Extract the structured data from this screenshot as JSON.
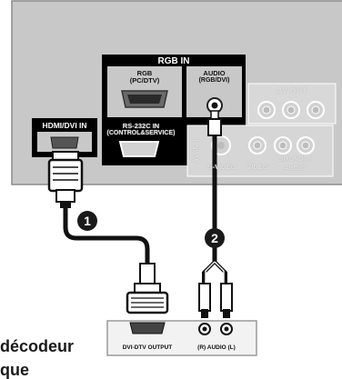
{
  "tv_panel": {
    "rgb_in_header": "RGB IN",
    "rgb_port_label_line1": "RGB",
    "rgb_port_label_line2": "(PC/DTV)",
    "audio_port_label_line1": "AUDIO",
    "audio_port_label_line2": "(RGB/DVI)",
    "av_out_label": "AV OUT",
    "rs232c_label_line1": "RS-232C IN",
    "rs232c_label_line2": "(CONTROL&SERVICE)",
    "av_in_label": "AV IN 1",
    "svideo_label": "S-VIDEO",
    "video_label": "VIDEO",
    "audio_lr_label": "L(MONO)  R",
    "audio_sub_label": "AUDIO",
    "hdmi_label": "HDMI/DVI IN"
  },
  "steps": [
    "1",
    "2"
  ],
  "decoder_box": {
    "dvi_output_label": "DVI-DTV OUTPUT",
    "audio_output_label": "(R) AUDIO (L)"
  },
  "callout_lines": [
    "décodeur",
    "que"
  ],
  "colors": {
    "panel": "#c8c8c8",
    "dark_panel": "#000000",
    "cable": "#000000",
    "step_badge": "#1a1a1a"
  }
}
